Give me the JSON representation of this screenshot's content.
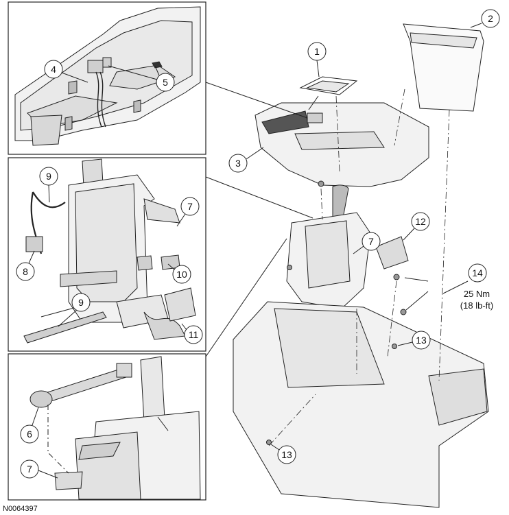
{
  "figure_id": "N0064397",
  "callouts": {
    "c1": "1",
    "c2": "2",
    "c3": "3",
    "c4": "4",
    "c5": "5",
    "c6": "6",
    "c7a": "7",
    "c7b": "7",
    "c7c": "7",
    "c8": "8",
    "c9a": "9",
    "c9b": "9",
    "c10": "10",
    "c11": "11",
    "c12": "12",
    "c13a": "13",
    "c13b": "13",
    "c14": "14"
  },
  "torque_spec": {
    "metric": "25 Nm",
    "imperial": "(18 lb-ft)"
  }
}
